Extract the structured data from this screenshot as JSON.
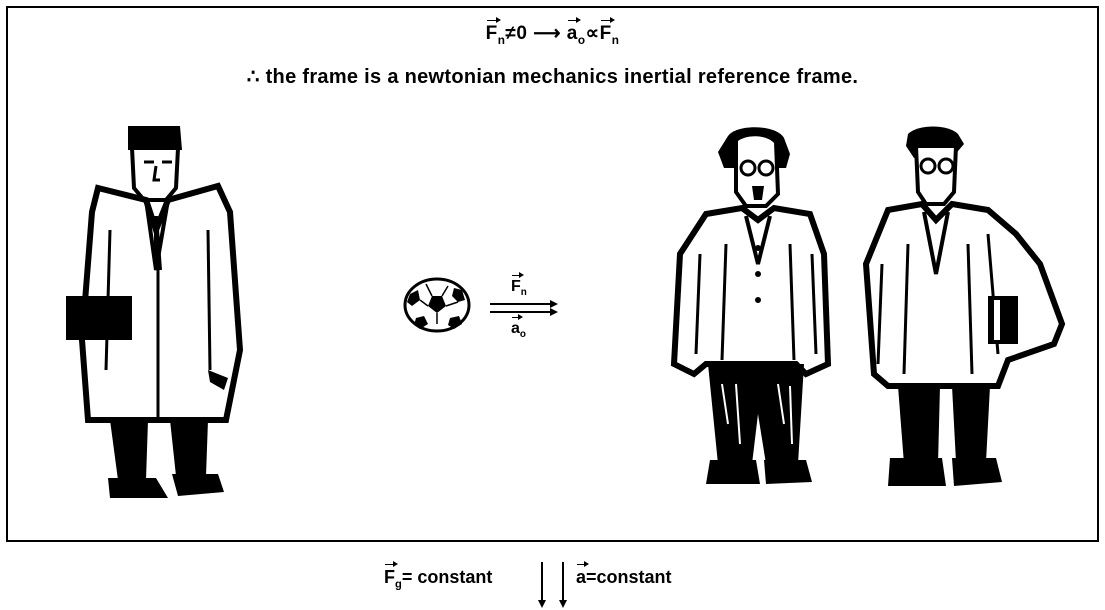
{
  "top_equation": {
    "lhs_symbol": "F",
    "lhs_sub": "n",
    "relation": "≠0",
    "arrow": "⟶",
    "accel_symbol": "a",
    "accel_sub": "o",
    "proportional": "∝",
    "rhs_symbol": "F",
    "rhs_sub": "n"
  },
  "caption": "∴ the frame is a newtonian mechanics inertial reference frame.",
  "ball_labels": {
    "force_symbol": "F",
    "force_sub": "n",
    "accel_symbol": "a",
    "accel_sub": "o"
  },
  "bottom_labels": {
    "gravity_symbol": "F",
    "gravity_sub": "g",
    "gravity_text": "= constant",
    "accel_symbol": "a",
    "accel_text": "=constant"
  }
}
